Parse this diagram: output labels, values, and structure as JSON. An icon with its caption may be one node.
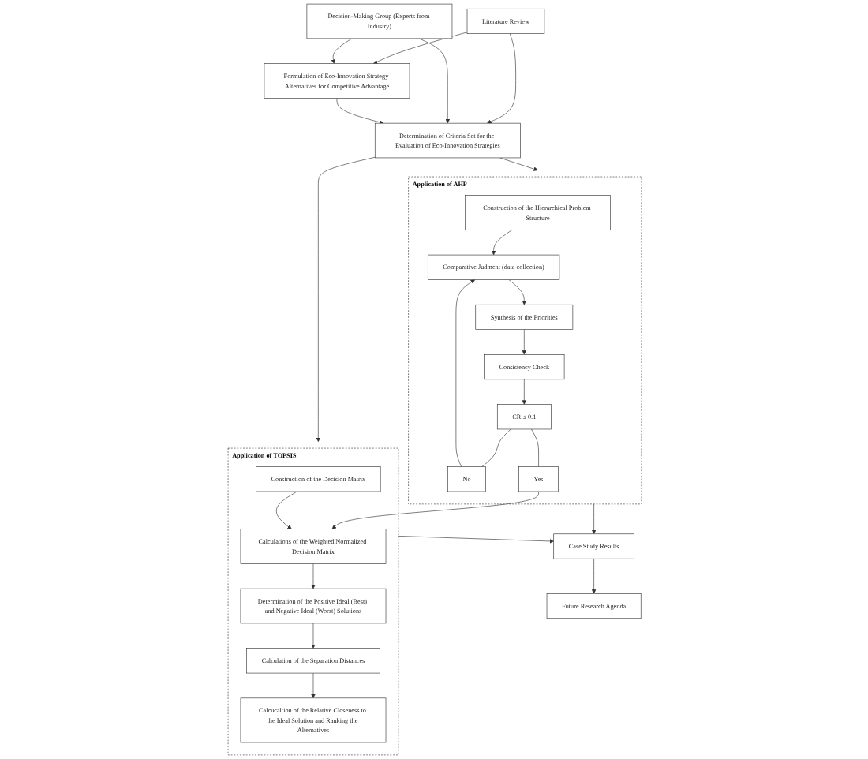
{
  "diagram": {
    "nodes": [
      {
        "text": [
          "Formulation of Eco-Innovation Strategy Alternatives for Competitive Advantage"
        ]
      },
      {
        "text": [
          "Literature Review"
        ]
      },
      {
        "text": [
          "Decision-Making Group (Experts from Industry)"
        ]
      },
      {
        "text": [
          "Determination of Criteria Set for the Evaluation of Eco-Innovation Strategies"
        ]
      },
      {
        "text": [
          "Application of AHP"
        ]
      },
      {
        "text": [
          "Construction of the Hierarchical Problem Structure"
        ],
        "in": 4
      },
      {
        "text": [
          "Comparative Judment (data collection)"
        ],
        "in": 4
      },
      {
        "text": [
          "Synthesis of the Priorities"
        ],
        "in": 4
      },
      {
        "text": [
          "Consistency Check"
        ],
        "in": 4
      },
      {
        "text": [
          "No"
        ],
        "in": 4
      },
      {
        "text": [
          "CR ≤ 0.1"
        ],
        "in": 4
      },
      {
        "text": [
          "Yes"
        ],
        "in": 4
      },
      {
        "text": [
          "Application of TOPSIS"
        ]
      },
      {
        "text": [
          "Construction of the Decision Matrix"
        ],
        "in": 12
      },
      {
        "text": [
          "Calculations of the Weighted Normalized Decision Matrix"
        ],
        "in": 12
      },
      {
        "text": [
          "Determination of the Positive Ideal (Best) and Negative Ideal (Worst) Solutions"
        ],
        "in": 12
      },
      {
        "text": [
          "Calculation of the Separation Distances"
        ],
        "in": 12
      },
      {
        "text": [
          "Calcucaltion of the Relative Closeness to the Ideal Solution and Ranking the Alternatives"
        ],
        "in": 12
      },
      {
        "text": [
          "Case Study Results"
        ]
      },
      {
        "text": [
          "Future Research Agenda"
        ]
      }
    ],
    "edges": [
      {
        "from": 1,
        "to": 0,
        "arrow": "to"
      },
      {
        "from": 1,
        "to": 3,
        "arrow": "to"
      },
      {
        "from": 2,
        "to": 0,
        "arrow": "to"
      },
      {
        "from": 2,
        "to": 3,
        "arrow": "to"
      },
      {
        "from": 0,
        "to": 3,
        "arrow": "to"
      },
      {
        "from": 3,
        "to": 4,
        "arrow": "to"
      },
      {
        "from": 3,
        "to": 12,
        "arrow": "to"
      },
      {
        "from": 5,
        "to": 6,
        "arrow": "to"
      },
      {
        "from": 6,
        "to": 7,
        "arrow": "to"
      },
      {
        "from": 7,
        "to": 8,
        "arrow": "to"
      },
      {
        "from": 8,
        "to": 10,
        "arrow": "to"
      },
      {
        "from": 10,
        "to": 9,
        "arrow": "none"
      },
      {
        "from": 10,
        "to": 11,
        "arrow": "none"
      },
      {
        "from": 9,
        "to": 6,
        "arrow": "to"
      },
      {
        "from": 11,
        "to": 14,
        "arrow": "to"
      },
      {
        "from": 13,
        "to": 14,
        "arrow": "to"
      },
      {
        "from": 14,
        "to": 15,
        "arrow": "to"
      },
      {
        "from": 15,
        "to": 16,
        "arrow": "to"
      },
      {
        "from": 16,
        "to": 17,
        "arrow": "to"
      },
      {
        "from": 4,
        "to": 18,
        "arrow": "to"
      },
      {
        "from": 12,
        "to": 18,
        "arrow": "to"
      },
      {
        "from": 18,
        "to": 19,
        "arrow": "to"
      }
    ]
  }
}
